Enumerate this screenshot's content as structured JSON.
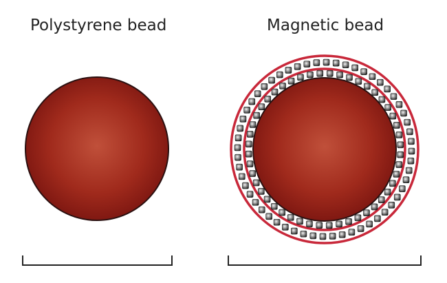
{
  "labels": {
    "polystyrene": "Polystyrene bead",
    "magnetic": "Magnetic bead"
  },
  "colors": {
    "bead_center": "#c0503a",
    "bead_mid": "#a02a1c",
    "bead_edge": "#7a1510",
    "bead_outline": "#2a1010",
    "shell_ring": "#c8283a",
    "particle_light": "#f4f4f4",
    "particle_dark": "#222222",
    "bracket": "#222222"
  },
  "icons": {
    "polystyrene_bead": "sphere",
    "magnetic_particle": "rounded-square"
  }
}
